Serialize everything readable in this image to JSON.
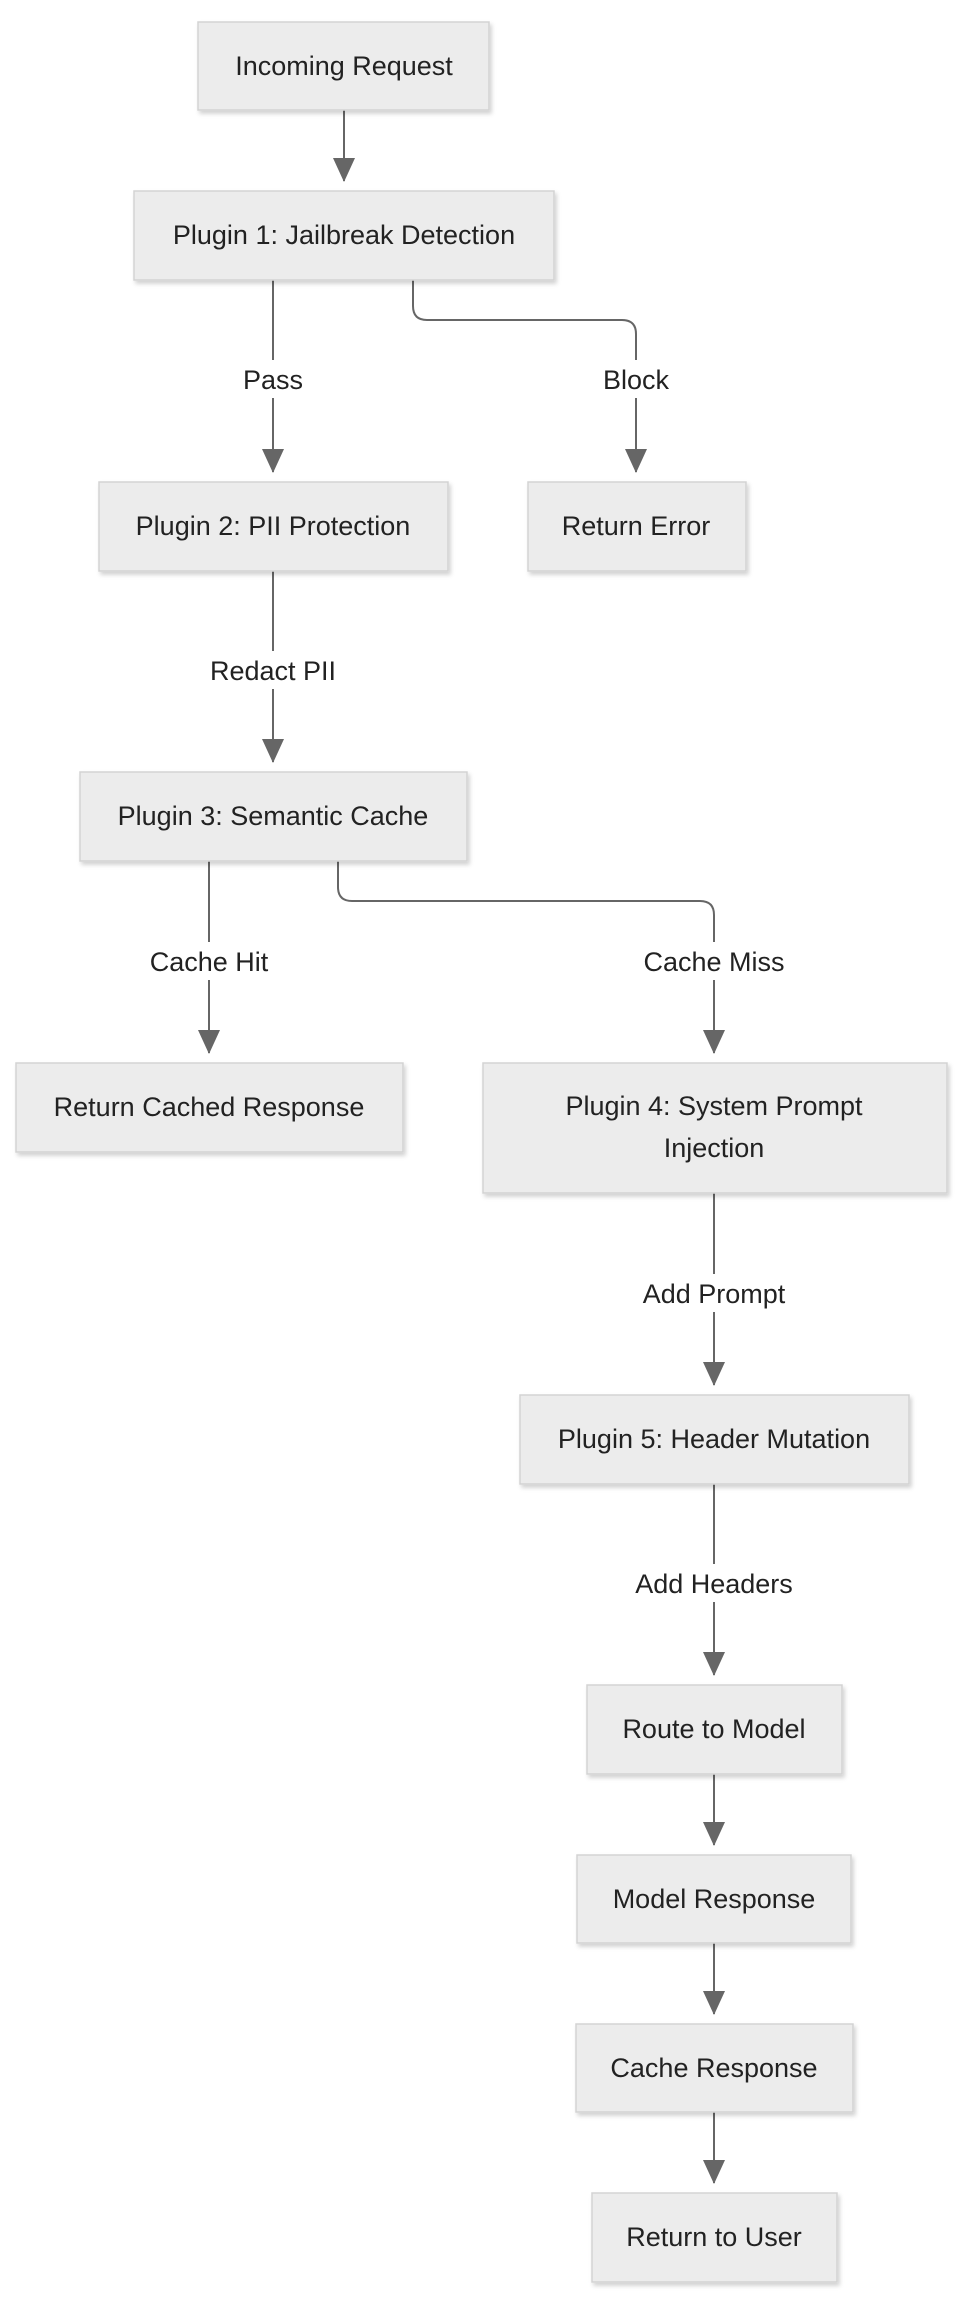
{
  "colors": {
    "node_fill": "#ececec",
    "node_border": "#d3d3d3",
    "edge": "#666666",
    "text": "#222222",
    "background": "#ffffff"
  },
  "nodes": {
    "incoming_request": "Incoming Request",
    "plugin1": "Plugin 1: Jailbreak Detection",
    "plugin2": "Plugin 2: PII Protection",
    "return_error": "Return Error",
    "plugin3": "Plugin 3: Semantic Cache",
    "return_cached": "Return Cached Response",
    "plugin4_line1": "Plugin 4: System Prompt",
    "plugin4_line2": "Injection",
    "plugin5": "Plugin 5: Header Mutation",
    "route_to_model": "Route to Model",
    "model_response": "Model Response",
    "cache_response": "Cache Response",
    "return_to_user": "Return to User"
  },
  "edges": {
    "pass": "Pass",
    "block": "Block",
    "redact_pii": "Redact PII",
    "cache_hit": "Cache Hit",
    "cache_miss": "Cache Miss",
    "add_prompt": "Add Prompt",
    "add_headers": "Add Headers"
  }
}
